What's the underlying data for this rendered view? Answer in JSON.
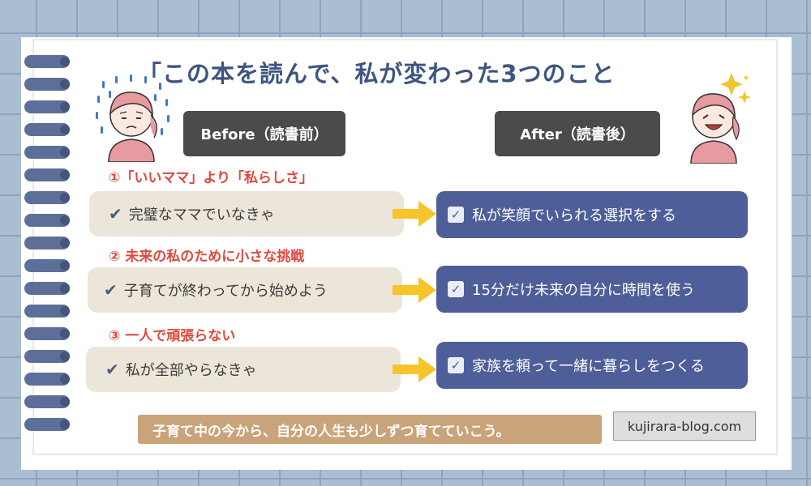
{
  "title": "「この本を読んで、私が変わった3つのこと",
  "labels": {
    "before": "Before（読書前）",
    "after": "After（読書後）"
  },
  "sections": [
    {
      "heading": "①「いいママ」より「私らしさ」",
      "before": "完璧なママでいなきゃ",
      "after": "私が笑顔でいられる選択をする"
    },
    {
      "heading": "② 未来の私のために小さな挑戦",
      "before": "子育てが終わってから始めよう",
      "after": "15分だけ未来の自分に時間を使う"
    },
    {
      "heading": "③ 一人で頑張らない",
      "before": "私が全部やらなきゃ",
      "after": "家族を頼って一緒に暮らしをつくる"
    }
  ],
  "icons": {
    "before_check": "✔",
    "after_check": "✓"
  },
  "footer": "子育て中の今から、自分の人生も少しずつ育てていこう。",
  "site": "kujirara-blog.com",
  "colors": {
    "title": "#3e5580",
    "heading": "#e0483e",
    "after_box": "#4e5e99",
    "before_box": "#ece6da",
    "arrow": "#f7c42a"
  }
}
